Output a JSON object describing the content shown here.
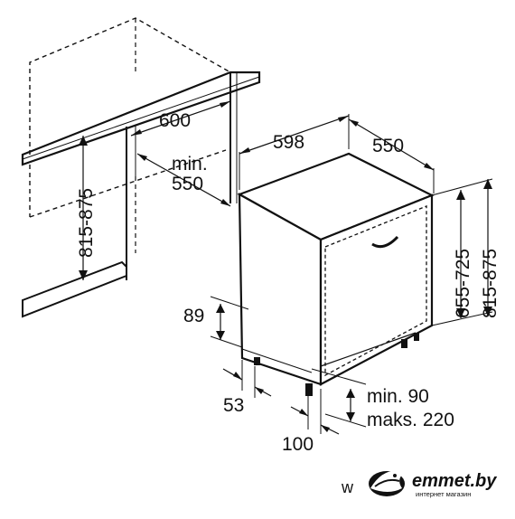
{
  "diagram": {
    "labels": {
      "niche_width": "600",
      "niche_min_depth": "min.\n550",
      "niche_height": "815-875",
      "appliance_width": "598",
      "appliance_depth": "550",
      "appliance_height_1": "655-725",
      "appliance_height_2": "815-875",
      "plinth_height": "89",
      "foot_offset": "53",
      "door_clearance": "100",
      "door_gap_min": "min. 90",
      "door_gap_max": "maks. 220"
    }
  },
  "watermark": {
    "prefix": "w",
    "brand": "emmet.by",
    "tagline": "интернет магазин",
    "logo_icon": "bird-logo-icon"
  }
}
